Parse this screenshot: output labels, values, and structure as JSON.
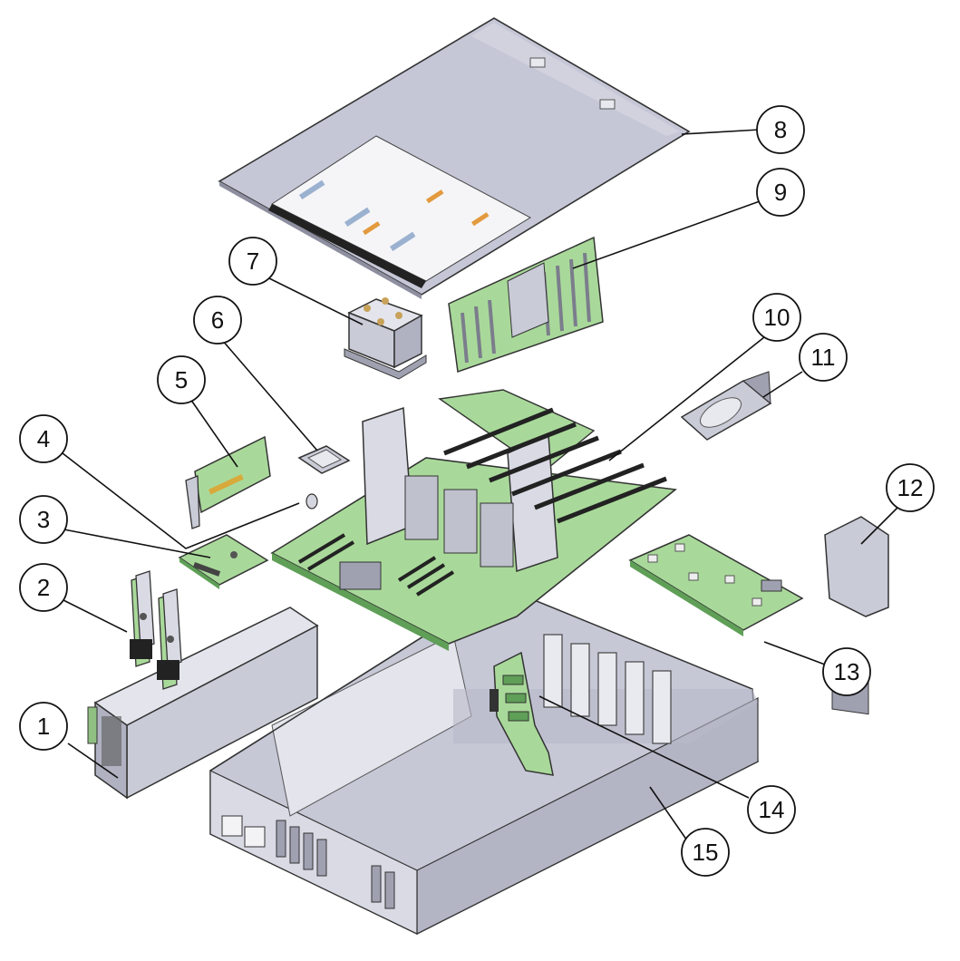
{
  "callouts": [
    {
      "number": "1",
      "part": "power-supply"
    },
    {
      "number": "2",
      "part": "drive-backplane-connectors"
    },
    {
      "number": "3",
      "part": "small-module-board"
    },
    {
      "number": "4",
      "part": "battery"
    },
    {
      "number": "5",
      "part": "pcie-card"
    },
    {
      "number": "6",
      "part": "processor"
    },
    {
      "number": "7",
      "part": "heatsink"
    },
    {
      "number": "8",
      "part": "top-cover"
    },
    {
      "number": "9",
      "part": "memory-riser"
    },
    {
      "number": "10",
      "part": "motherboard"
    },
    {
      "number": "11",
      "part": "hard-drive"
    },
    {
      "number": "12",
      "part": "fan-module"
    },
    {
      "number": "13",
      "part": "io-board"
    },
    {
      "number": "14",
      "part": "disk-backplane"
    },
    {
      "number": "15",
      "part": "chassis"
    }
  ],
  "colors": {
    "board_green": "#a9d99a",
    "board_dark": "#5f9f57",
    "metal_light": "#dcdde6",
    "metal_mid": "#b9bbc9",
    "metal_dark": "#8d8fa0",
    "outline": "#333333"
  }
}
